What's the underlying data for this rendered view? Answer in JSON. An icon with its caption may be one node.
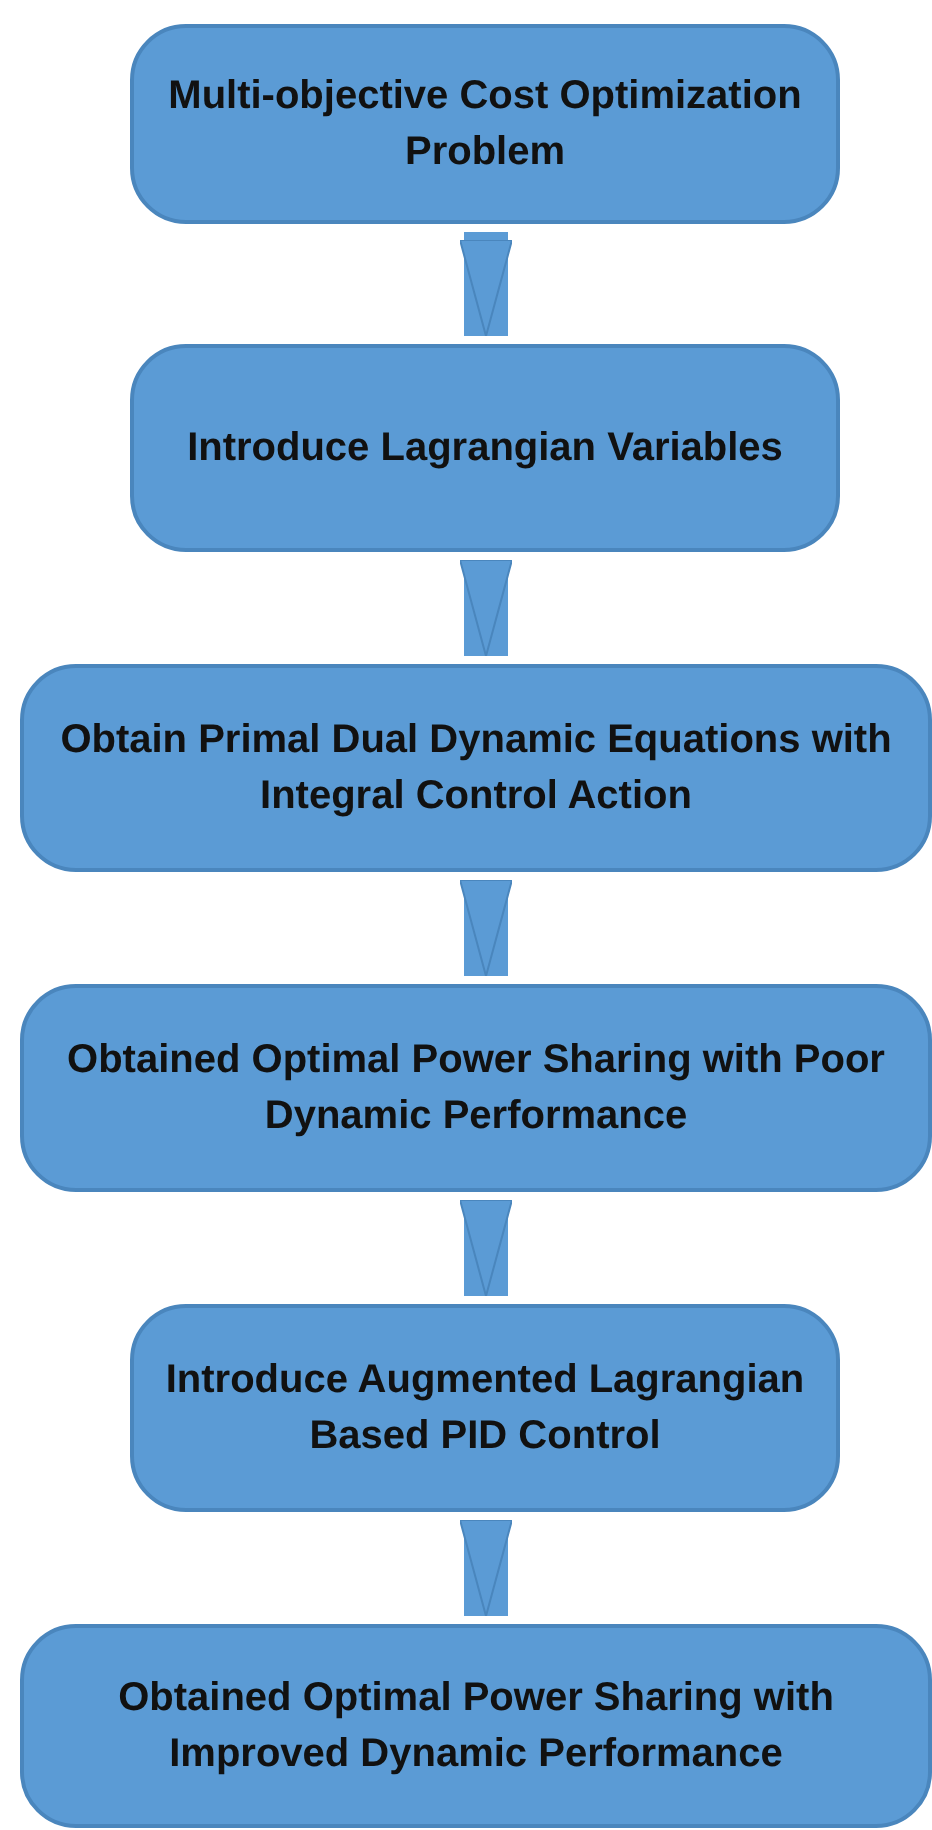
{
  "diagram": {
    "nodes": [
      {
        "text": [
          "Multi-objective Cost Optimization Problem"
        ]
      },
      {
        "text": [
          "Introduce Lagrangian Variables"
        ]
      },
      {
        "text": [
          "Obtain Primal Dual Dynamic Equations with Integral Control Action"
        ]
      },
      {
        "text": [
          "Obtained Optimal Power Sharing with Poor Dynamic Performance"
        ]
      },
      {
        "text": [
          "Introduce Augmented Lagrangian Based PID Control"
        ]
      },
      {
        "text": [
          "Obtained Optimal Power Sharing with Improved Dynamic Performance"
        ]
      }
    ],
    "edges": [
      {
        "from": 0,
        "to": 1,
        "arrow": "to"
      },
      {
        "from": 1,
        "to": 2,
        "arrow": "to"
      },
      {
        "from": 2,
        "to": 3,
        "arrow": "to"
      },
      {
        "from": 3,
        "to": 4,
        "arrow": "to"
      },
      {
        "from": 4,
        "to": 5,
        "arrow": "to"
      }
    ]
  }
}
